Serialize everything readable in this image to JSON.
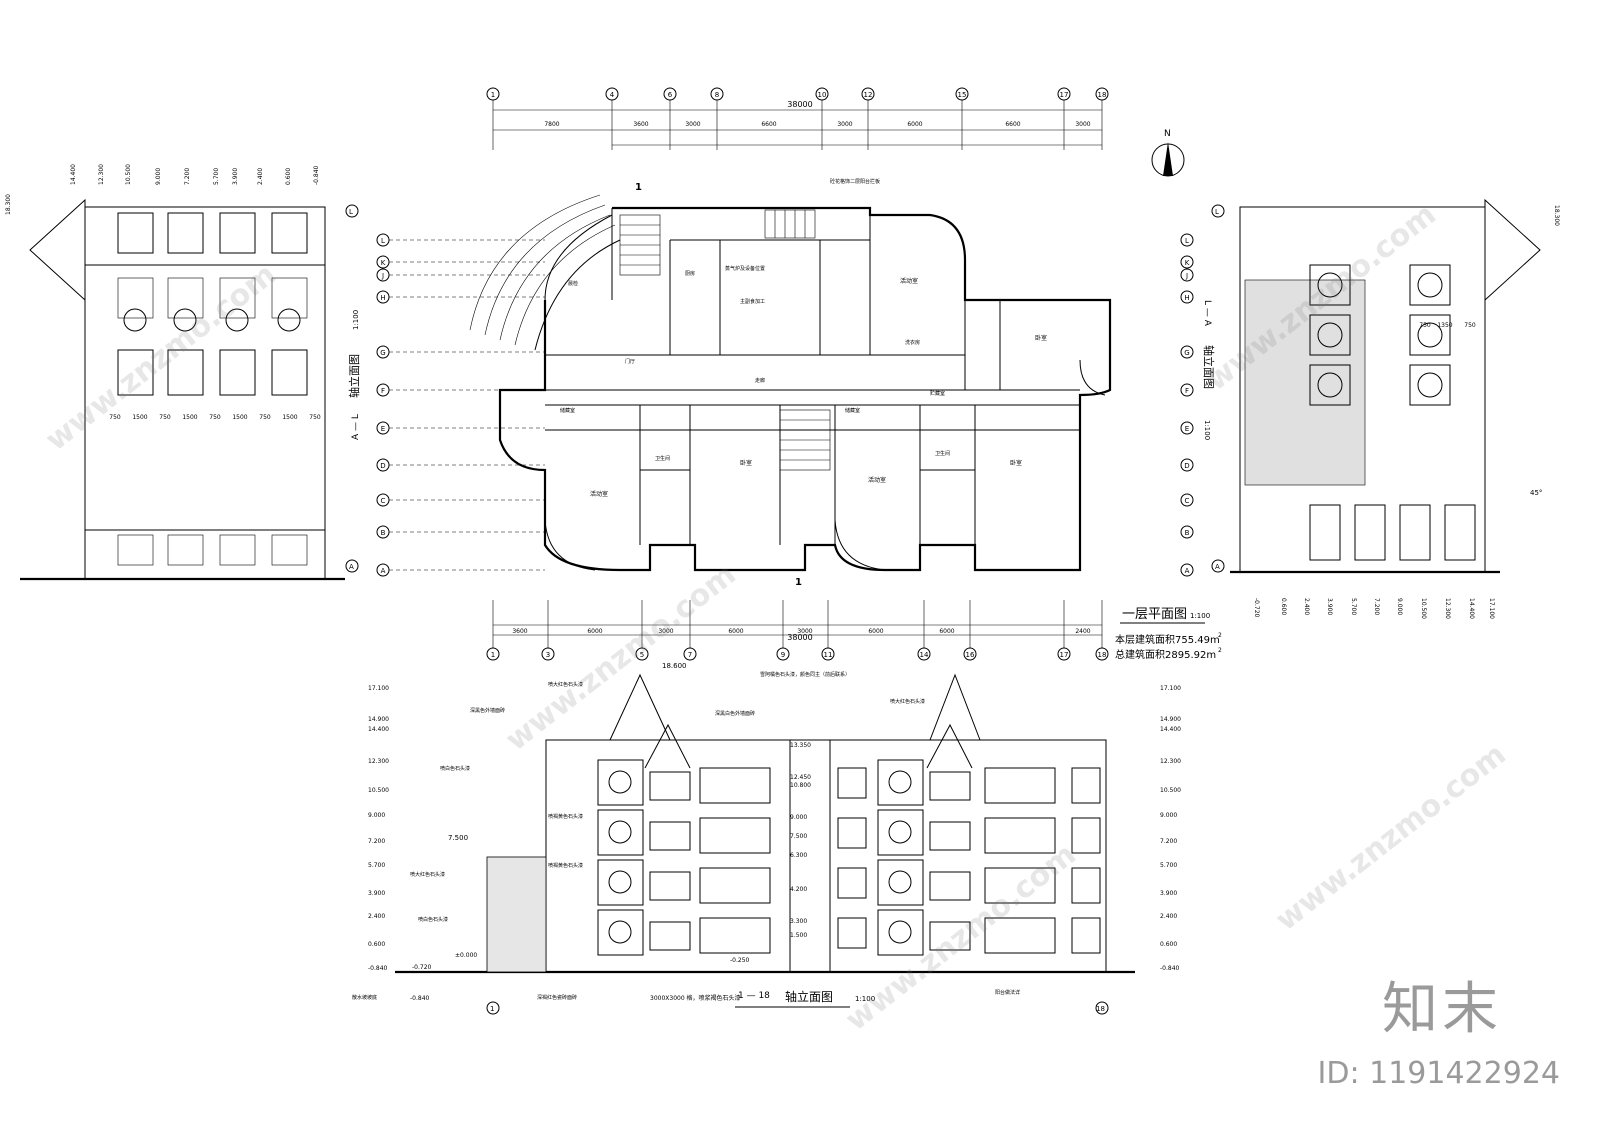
{
  "plan": {
    "title": "一层平面图",
    "scale": "1:100",
    "area_floor": "本层建筑面积755.49m",
    "area_total": "总建筑面积2895.92m",
    "area_sup": "2",
    "north": "N",
    "top_axes": [
      "1",
      "4",
      "6",
      "8",
      "10",
      "12",
      "15",
      "17",
      "18"
    ],
    "bottom_axes": [
      "1",
      "3",
      "5",
      "7",
      "9",
      "11",
      "14",
      "16",
      "17",
      "18"
    ],
    "row_axes": [
      "L",
      "K",
      "J",
      "H",
      "G",
      "F",
      "E",
      "D",
      "C",
      "B",
      "A"
    ],
    "overall_dim": "38000",
    "top_dims": [
      "7800",
      "3600",
      "3000",
      "6600",
      "3000",
      "6000",
      "6600",
      "3000"
    ],
    "bottom_dims": [
      "3600",
      "6000",
      "3000",
      "6000",
      "3000",
      "6000",
      "6000",
      "2400"
    ],
    "rooms": [
      "活动室",
      "卧室",
      "活动室",
      "卧室",
      "卫生间",
      "卫生间",
      "厨房",
      "主副食加工",
      "活动室",
      "卧室",
      "晨检",
      "门厅",
      "储藏室",
      "储藏室",
      "走廊",
      "贮藏室",
      "洗衣房"
    ],
    "notes": [
      "砼花格饰二层阳台拦板",
      "蒸气炉及设备位置"
    ]
  },
  "front_elev": {
    "title": "轴立面图",
    "axis_label": "1 — 18",
    "scale": "1:100",
    "bottom_note": "3000X3000 格，喷浆褐色石头漆",
    "levels_left": [
      "17.100",
      "14.900",
      "14.400",
      "12.300",
      "10.500",
      "9.000",
      "7.200",
      "5.700",
      "3.900",
      "2.400",
      "0.600",
      "-0.840"
    ],
    "levels_right": [
      "17.100",
      "14.900",
      "14.400",
      "12.300",
      "10.500",
      "9.000",
      "7.200",
      "5.700",
      "3.900",
      "2.400",
      "0.600",
      "-0.840"
    ],
    "mid_levels": [
      "13.350",
      "12.450",
      "10.800",
      "9.000",
      "7.500",
      "6.300",
      "4.200",
      "3.300",
      "1.500"
    ],
    "top_level": "18.600",
    "stair_level": "7.500",
    "ground_levels": [
      "±0.000",
      "-0.720",
      "-0.840",
      "-0.250"
    ],
    "callouts": [
      "喷大红色石头漆",
      "深黑色外墙面砖",
      "雪阿橘色石头漆，颜色同主（前后联系）",
      "喷大红色石头漆",
      "深黑白色外墙面砖",
      "喷白色石头漆",
      "喷褐黄色石头漆",
      "喷褐黄色石头漆",
      "喷大红色石头漆",
      "喷白色石头漆",
      "散水坡坡底",
      "深褐红色瓷砖面砖",
      "阳台做法详"
    ],
    "axis_bottom": [
      "1",
      "18"
    ]
  },
  "left_elev": {
    "title": "轴立面图",
    "axis_label": "A — L",
    "scale": "1:100",
    "levels": [
      "14.400",
      "12.300",
      "10.500",
      "9.000",
      "7.200",
      "5.700",
      "3.900",
      "2.400",
      "0.600",
      "-0.840"
    ],
    "top_level": "18.300",
    "dims": [
      "750",
      "1500",
      "750",
      "1500",
      "750",
      "1500",
      "750",
      "1500",
      "750"
    ],
    "axis_top": "L",
    "axis_bottom": "A"
  },
  "right_elev": {
    "title": "轴立面图",
    "axis_label": "L — A",
    "scale": "1:100",
    "levels": [
      "-0.720",
      "0.600",
      "2.400",
      "3.900",
      "5.700",
      "7.200",
      "9.000",
      "10.500",
      "12.300",
      "14.400",
      "17.100"
    ],
    "top_level": "18.300",
    "angle": "45°",
    "dims": [
      "750",
      "1350",
      "750"
    ],
    "axis_top": "L",
    "axis_bottom": "A"
  },
  "watermark": {
    "logo": "知末",
    "id": "ID: 1191422924",
    "site": "www.znzmo.com"
  }
}
